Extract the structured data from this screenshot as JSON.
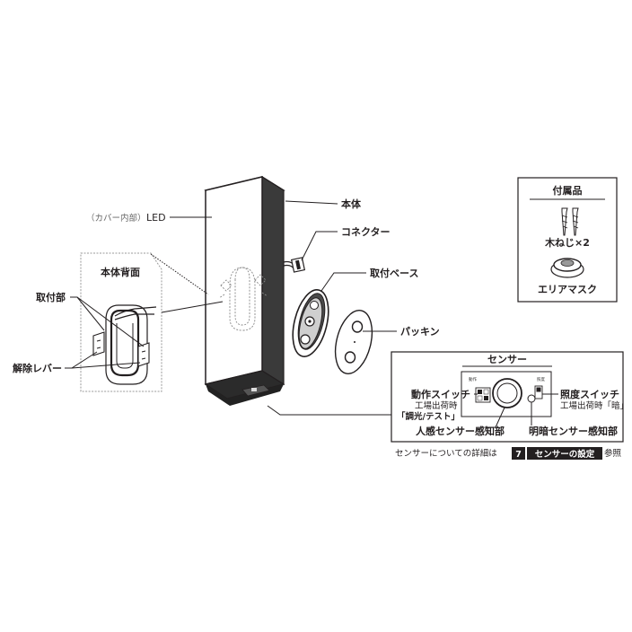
{
  "labels": {
    "cover_inner_note": "（カバー内部）",
    "led": "LED",
    "body": "本体",
    "connector": "コネクター",
    "mounting_base": "取付ベース",
    "packing": "パッキン",
    "body_back": "本体背面",
    "mount_part": "取付部",
    "release_lever": "解除レバー"
  },
  "accessories": {
    "title": "付属品",
    "screw": "木ねじ×2",
    "area_mask": "エリアマスク"
  },
  "sensor_panel": {
    "title": "センサー",
    "operation_switch": "動作スイッチ",
    "operation_default_note": "工場出荷時",
    "operation_default_value": "「調光/テスト」",
    "illuminance_switch": "照度スイッチ",
    "illuminance_default": "工場出荷時「暗」",
    "motion_sensor": "人感センサー感知部",
    "light_sensor": "明暗センサー感知部",
    "pcb_left_label": "動作",
    "pcb_right_label": "照度"
  },
  "footnote": {
    "prefix": "センサーについての詳細は",
    "section_number": "7",
    "section_title": "センサーの設定",
    "suffix": "参照"
  }
}
